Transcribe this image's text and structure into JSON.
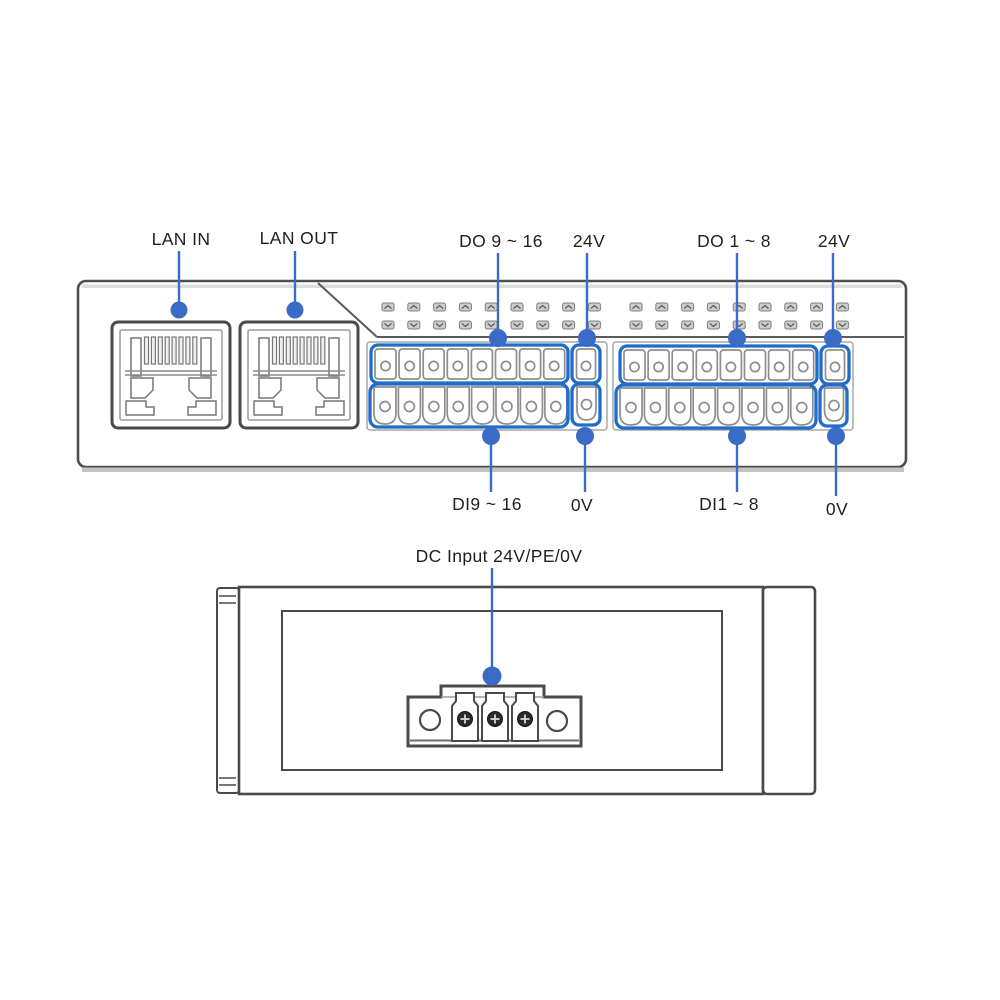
{
  "front_view": {
    "callouts_top": [
      {
        "id": "lan-in",
        "label": "LAN IN"
      },
      {
        "id": "lan-out",
        "label": "LAN OUT"
      },
      {
        "id": "do9-16",
        "label": "DO 9 ~ 16"
      },
      {
        "id": "24v-left",
        "label": "24V"
      },
      {
        "id": "do1-8",
        "label": "DO 1 ~ 8"
      },
      {
        "id": "24v-right",
        "label": "24V"
      }
    ],
    "callouts_bottom": [
      {
        "id": "di9-16",
        "label": "DI9 ~ 16"
      },
      {
        "id": "0v-left",
        "label": "0V"
      },
      {
        "id": "di1-8",
        "label": "DI1 ~ 8"
      },
      {
        "id": "0v-right",
        "label": "0V"
      }
    ],
    "ethernet_ports": 2,
    "do_terminals_per_block": 8,
    "di_terminals_per_block": 8,
    "vent_columns_per_group": 9,
    "vent_rows": 2
  },
  "rear_view": {
    "callout": {
      "label": "DC Input 24V/PE/0V"
    },
    "power_pins": 3
  },
  "colors": {
    "callout_blue": "#3a6bc7",
    "highlight_blue": "#1f6cc9",
    "outline_dark": "#4a4a4a",
    "outline_gray": "#8e8e8e"
  }
}
